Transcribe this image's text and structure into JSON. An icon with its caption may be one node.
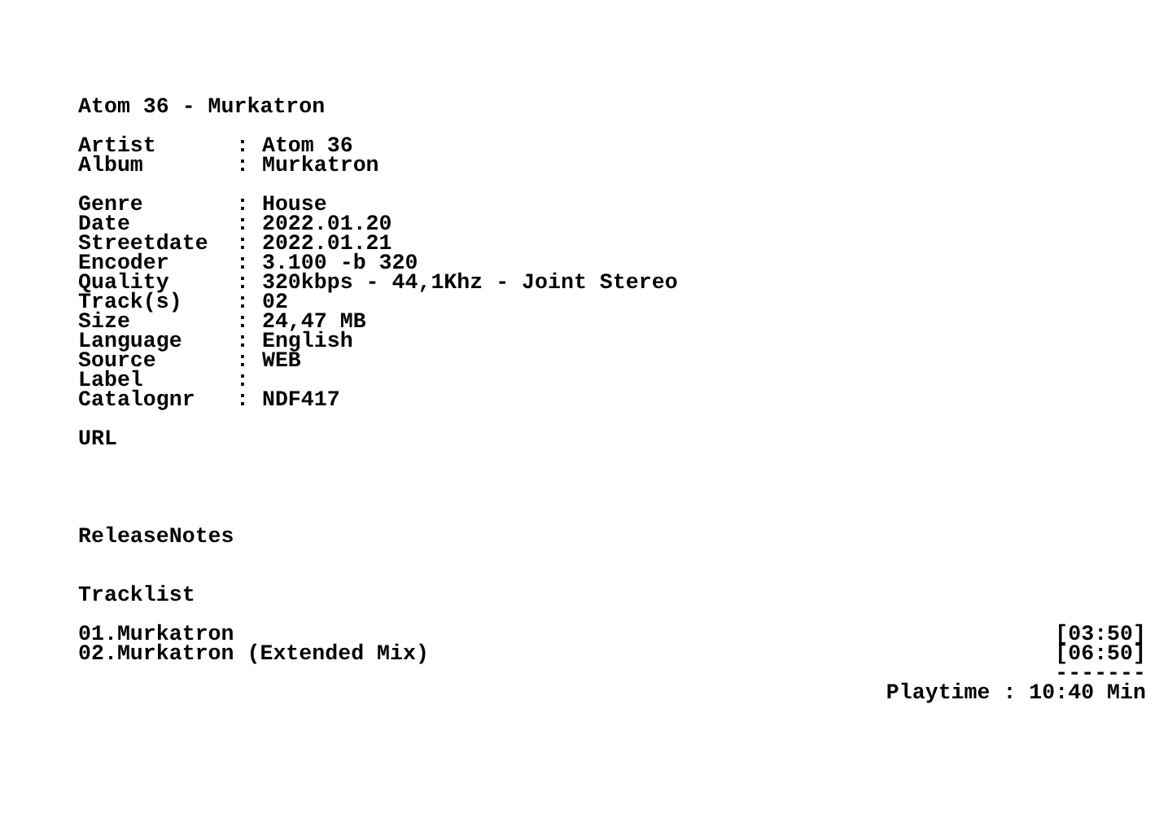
{
  "diagram": {
    "labels": [
      "Atom 36 - Murkatron",
      "Artist",
      ": Atom 36",
      "Album",
      ": Murkatron",
      "Genre",
      ": House",
      "Date",
      ": 2022.01.20",
      "Streetdate",
      ": 2022.01.21",
      "Encoder",
      ": 3.100 -b 320",
      "Quality",
      ": 320kbps - 44,1Khz - Joint Stereo",
      "Track(s)",
      ": 02",
      "Size",
      ": 24,47 MB",
      "Language",
      ": English",
      "Source",
      ": WEB",
      "Label",
      ":",
      "Catalognr",
      ": NDF417",
      "URL",
      "ReleaseNotes",
      "Tracklist",
      "01.Murkatron",
      "[03:50]",
      "02.Murkatron (Extended Mix)",
      "[06:50]",
      "-------",
      "Playtime : 10:40 Min"
    ]
  }
}
